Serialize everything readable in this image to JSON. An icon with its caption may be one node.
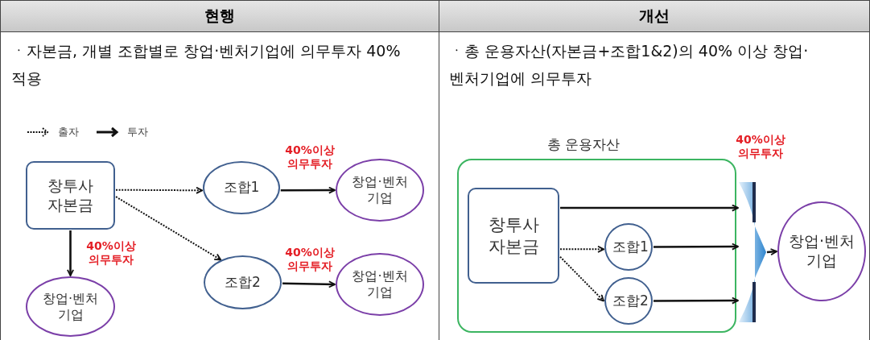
{
  "diagram": {
    "nodes": [
      {
        "text": [
          "창투사 자본금"
        ]
      },
      {
        "text": [
          "조합1"
        ]
      },
      {
        "text": [
          "창업·벤처 기업"
        ]
      },
      {
        "text": [
          "조합2"
        ]
      },
      {
        "text": [
          "창업·벤처 기업"
        ]
      },
      {
        "text": [
          "창업·벤처 기업"
        ]
      },
      {
        "text": [
          "총 운용자산"
        ]
      },
      {
        "text": [
          "창투사 자본금"
        ],
        "in": 6
      },
      {
        "text": [
          "조합1"
        ],
        "in": 6
      },
      {
        "text": [
          "조합2"
        ],
        "in": 6
      },
      {
        "text": [],
        "shape": "funnel"
      },
      {
        "text": [
          "창업·벤처 기업"
        ]
      }
    ],
    "edges": [
      {
        "from": 0,
        "to": 1,
        "arrow": "to",
        "style": "dashed"
      },
      {
        "from": 0,
        "to": 3,
        "arrow": "to",
        "style": "dashed"
      },
      {
        "from": 1,
        "to": 2,
        "arrow": "to",
        "label": "40%이상 의무투자"
      },
      {
        "from": 3,
        "to": 4,
        "arrow": "to",
        "label": "40%이상 의무투자"
      },
      {
        "from": 0,
        "to": 5,
        "arrow": "to",
        "label": "40%이상 의무투자"
      },
      {
        "from": 7,
        "to": 8,
        "arrow": "to",
        "style": "dashed"
      },
      {
        "from": 7,
        "to": 9,
        "arrow": "to",
        "style": "dashed"
      },
      {
        "from": 7,
        "to": 10,
        "arrow": "to"
      },
      {
        "from": 8,
        "to": 10,
        "arrow": "to"
      },
      {
        "from": 9,
        "to": 10,
        "arrow": "to"
      },
      {
        "from": 10,
        "to": 11,
        "arrow": "to"
      }
    ],
    "labels": [
      "현행",
      "개선",
      "ㆍ자본금, 개별 조합별로 창업·벤처기업에 의무투자 40% 적용",
      "ㆍ총 운용자산(자본금+조합1&2)의 40% 이상 창업·벤처기업에 의무투자",
      "40%이상 의무투자"
    ],
    "legend": [
      {
        "text": "출자"
      },
      {
        "text": "투자"
      }
    ]
  }
}
